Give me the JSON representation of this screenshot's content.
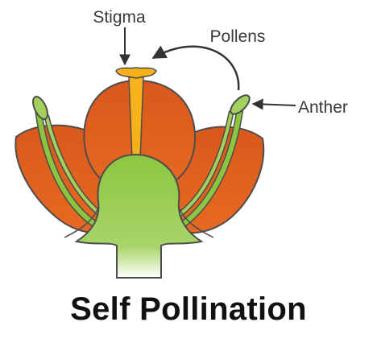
{
  "labels": {
    "stigma": "Stigma",
    "pollens": "Pollens",
    "anther": "Anther"
  },
  "title": "Self Pollination",
  "colors": {
    "petal": "#e0601f",
    "petal_dark": "#c24c16",
    "stem": "#8cc63f",
    "stem_light": "#d7ecb4",
    "stigma": "#f7b21b",
    "outline": "#4d4d4d"
  }
}
